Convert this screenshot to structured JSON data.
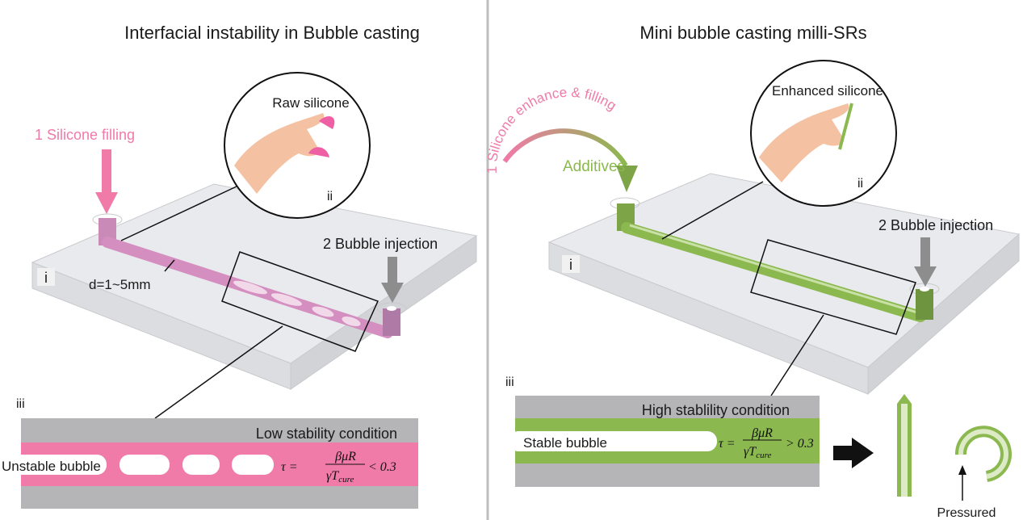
{
  "left": {
    "title": "Interfacial instability in Bubble casting",
    "step1": "1 Silicone filling",
    "step2": "2 Bubble injection",
    "label_i": "i",
    "label_ii": "ii",
    "label_iii": "iii",
    "inset_label": "Raw silicone",
    "diameter": "d=1~5mm",
    "condition": "Low stability condition",
    "bubble_label": "Unstable bubble",
    "formula": {
      "lhs": "τ =",
      "num": "βμR",
      "den": "γT",
      "sub": "cure",
      "rhs": "< 0.3"
    }
  },
  "right": {
    "title": "Mini bubble casting milli-SRs",
    "step1": "1 Silicone enhance & filling",
    "additives": "Additives",
    "step2": "2 Bubble injection",
    "label_i": "i",
    "label_ii": "ii",
    "label_iii": "iii",
    "inset_label": "Enhanced silicone",
    "condition": "High stablility condition",
    "bubble_label": "Stable bubble",
    "formula": {
      "lhs": "τ =",
      "num": "βμR",
      "den": "γT",
      "sub": "cure",
      "rhs": "> 0.3"
    },
    "pressured": "Pressured"
  },
  "colors": {
    "pink": "#f07aa8",
    "green": "#8bb84f",
    "gray": "#b5b5b7",
    "block": "#e6e7ea"
  }
}
